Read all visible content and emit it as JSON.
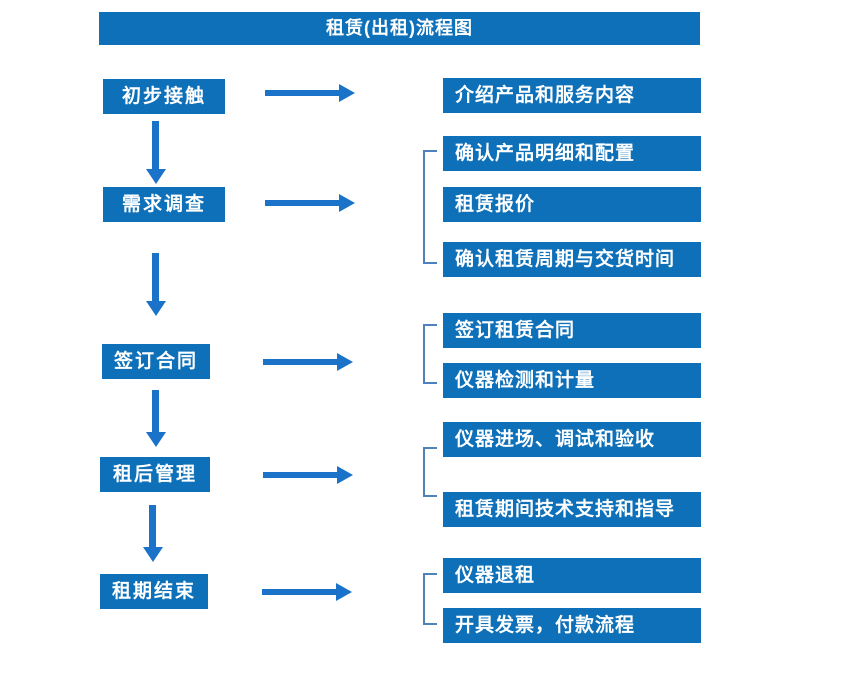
{
  "title": "租赁(出租)流程图",
  "colors": {
    "box_fill": "#0d70b8",
    "arrow": "#1a73c8",
    "bracket": "#4f81bd",
    "text": "#ffffff",
    "background": "#ffffff"
  },
  "steps": [
    {
      "label": "初步接触",
      "outputs": [
        "介绍产品和服务内容"
      ]
    },
    {
      "label": "需求调查",
      "outputs": [
        "确认产品明细和配置",
        "租赁报价",
        "确认租赁周期与交货时间"
      ]
    },
    {
      "label": "签订合同",
      "outputs": [
        "签订租赁合同",
        "仪器检测和计量"
      ]
    },
    {
      "label": "租后管理",
      "outputs": [
        "仪器进场、调试和验收",
        "租赁期间技术支持和指导"
      ]
    },
    {
      "label": "租期结束",
      "outputs": [
        "仪器退租",
        "开具发票，付款流程"
      ]
    }
  ]
}
